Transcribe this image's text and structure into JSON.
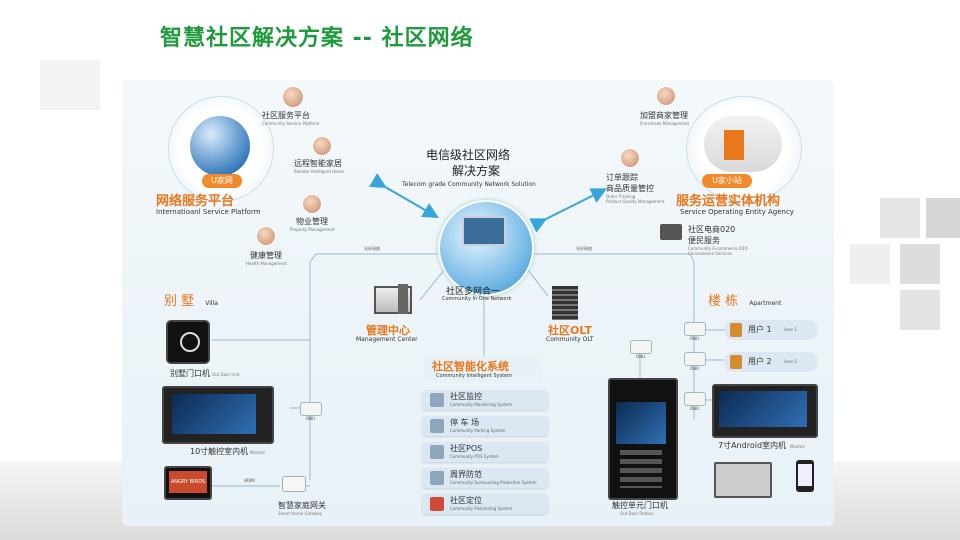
{
  "title": "智慧社区解决方案 -- 社区网络",
  "center": {
    "zh_line1": "电信级社区网络",
    "zh_line2": "解决方案",
    "en": "Telecom grade Community Network Solution",
    "network_zh": "社区多网合一",
    "network_en": "Community In One Network"
  },
  "left_platform": {
    "badge": "U家网",
    "zh": "网络服务平台",
    "en": "Internatioanl Service Platform",
    "items": [
      {
        "zh": "社区服务平台",
        "en": "Community Service Platform"
      },
      {
        "zh": "远程智能家居",
        "en": "Remote Intelligent Home"
      },
      {
        "zh": "物业管理",
        "en": "Property Management"
      },
      {
        "zh": "健康管理",
        "en": "Health Management"
      }
    ]
  },
  "right_entity": {
    "badge": "U家小站",
    "zh": "服务运营实体机构",
    "en": "Service Operating Entity Agency",
    "items": [
      {
        "zh": "加盟商家管理",
        "en": "Franchisee Management"
      },
      {
        "zh": "订单跟踪",
        "en": "Order Tracking"
      },
      {
        "zh": "商品质量管控",
        "en": "Product Quality Management"
      },
      {
        "zh": "社区电商020",
        "en": "Community E-commerce O2O"
      },
      {
        "zh": "便民服务",
        "en": "Convenience Services"
      }
    ]
  },
  "links": {
    "left": "光纤网络",
    "right": "光纤网络"
  },
  "management": {
    "zh": "管理中心",
    "en": "Management Center"
  },
  "olt": {
    "zh": "社区OLT",
    "en": "Community OLT"
  },
  "villa": {
    "zh": "别 墅",
    "en": "Villa",
    "door_zh": "别墅门口机",
    "door_en": "Out Door Unit",
    "monitor_zh": "10寸触控室内机",
    "monitor_en": "Monitor",
    "gateway_zh": "智慧家庭网关",
    "gateway_en": "Smart Home Gateway",
    "hdmi": "HDMI",
    "onu": "ONU",
    "tv_text": "ANGRY BIRDS"
  },
  "intelligent": {
    "zh": "社区智能化系统",
    "en": "Community Intelligent System",
    "items": [
      {
        "zh": "社区监控",
        "en": "Community Monitoring System"
      },
      {
        "zh": "停 车 场",
        "en": "Community Parking System"
      },
      {
        "zh": "社区POS",
        "en": "Community POS System"
      },
      {
        "zh": "周界防范",
        "en": "Community Surrounding Protection System"
      },
      {
        "zh": "社区定位",
        "en": "Community Positioning System"
      }
    ]
  },
  "apartment": {
    "zh": "楼 栋",
    "en": "Apartment",
    "users": [
      {
        "zh": "用户 1",
        "en": "User 1"
      },
      {
        "zh": "用户 2",
        "en": "User 2"
      }
    ],
    "onu": "ONU",
    "monitor_zh": "7寸Android室内机",
    "monitor_en": "Monitor",
    "door_zh": "触控单元门口机",
    "door_en": "Out Door Station"
  },
  "colors": {
    "title": "#1e9a3c",
    "orange": "#e9781c",
    "arrow": "#35a6d8",
    "line": "#a9c3d6"
  }
}
